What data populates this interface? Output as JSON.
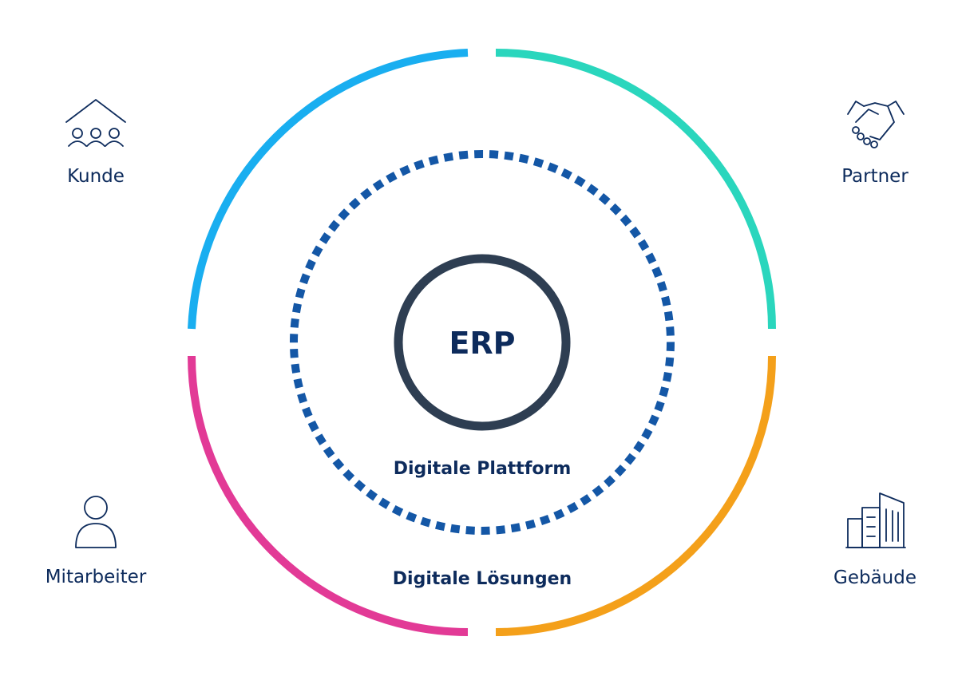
{
  "center": {
    "label": "ERP"
  },
  "inner_ring": {
    "label": "Digitale Plattform",
    "color": "#1457a6"
  },
  "outer_ring": {
    "label": "Digitale Lösungen"
  },
  "segments": [
    {
      "name": "Kunde",
      "color": "#19aef0",
      "icon": "people-under-roof-icon"
    },
    {
      "name": "Partner",
      "color": "#2ad6bd",
      "icon": "handshake-icon"
    },
    {
      "name": "Gebäude",
      "color": "#f4a01a",
      "icon": "buildings-icon"
    },
    {
      "name": "Mitarbeiter",
      "color": "#e23a96",
      "icon": "person-icon"
    }
  ],
  "colors": {
    "text": "#0d2b5c",
    "center_ring": "#2e3e52"
  }
}
